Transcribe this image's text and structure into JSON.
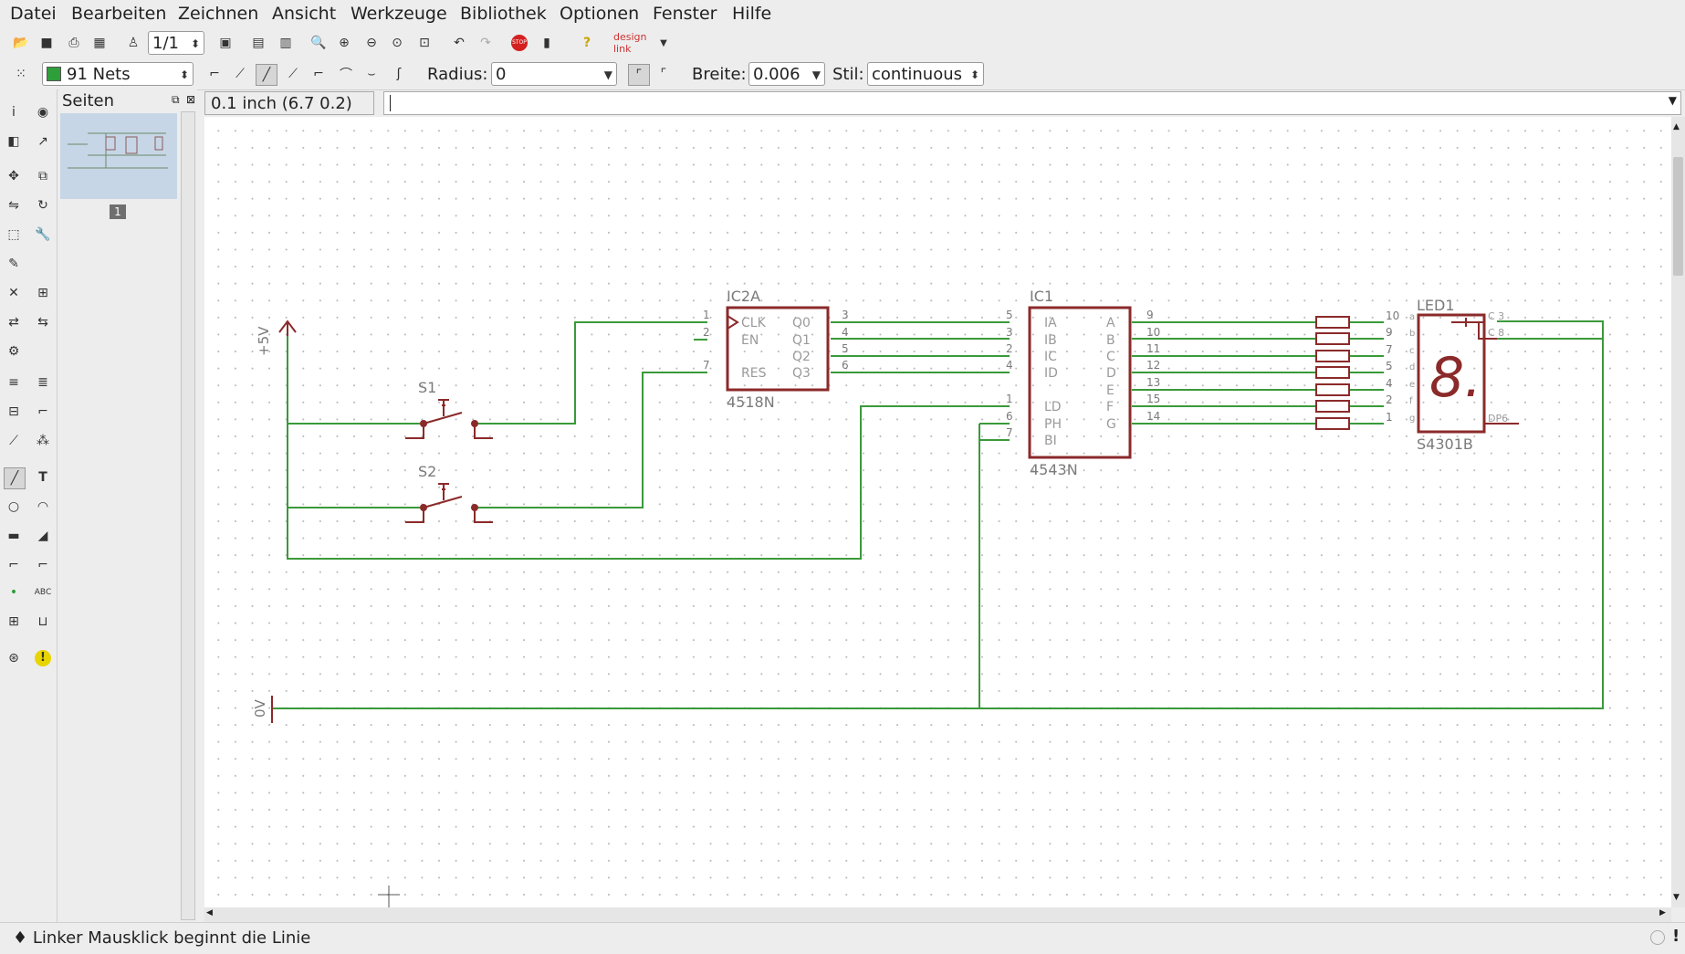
{
  "menu": [
    "Datei",
    "Bearbeiten",
    "Zeichnen",
    "Ansicht",
    "Werkzeuge",
    "Bibliothek",
    "Optionen",
    "Fenster",
    "Hilfe"
  ],
  "toolbar": {
    "page_select": "1/1",
    "net_class": "91 Nets",
    "net_color": "#2e9e3a",
    "radius_label": "Radius:",
    "radius_value": "0",
    "width_label": "Breite:",
    "width_value": "0.006",
    "style_label": "Stil:",
    "style_value": "continuous",
    "designlink_label": "design link"
  },
  "sidebar": {
    "title": "Seiten",
    "page_number": "1"
  },
  "coordinates": "0.1 inch (6.7 0.2)",
  "command_value": "",
  "status_text": "♦ Linker Mausklick beginnt die Linie",
  "schematic": {
    "power_plus": "+5V",
    "power_zero": "0V",
    "s1": "S1",
    "s2": "S2",
    "ic2a": {
      "name": "IC2A",
      "value": "4518N",
      "pins_left": [
        "CLK",
        "EN",
        "RES"
      ],
      "pins_right": [
        "Q0",
        "Q1",
        "Q2",
        "Q3"
      ],
      "pin_nums_left": [
        "1",
        "2",
        "7"
      ],
      "pin_nums_right": [
        "3",
        "4",
        "5",
        "6"
      ]
    },
    "ic1": {
      "name": "IC1",
      "value": "4543N",
      "pins_left": [
        "IA",
        "IB",
        "IC",
        "ID",
        "LD",
        "PH",
        "BI"
      ],
      "pins_right": [
        "A",
        "B",
        "C",
        "D",
        "E",
        "F",
        "G"
      ],
      "pin_nums_left": [
        "5",
        "3",
        "2",
        "4",
        "1",
        "6",
        "7"
      ],
      "pin_nums_right": [
        "9",
        "10",
        "11",
        "12",
        "13",
        "15",
        "14"
      ]
    },
    "led": {
      "name": "LED1",
      "value": "S4301B",
      "digit": "8.",
      "pin_nums": [
        "10",
        "9",
        "7",
        "5",
        "4",
        "2",
        "1"
      ],
      "seg": [
        "a",
        "b",
        "c",
        "d",
        "e",
        "f",
        "g"
      ],
      "right_pins": [
        "C 3",
        "C 8",
        "DP6"
      ]
    }
  },
  "colors": {
    "wire": "#3a9a3a",
    "part": "#8b2a2a",
    "label": "#7a7a7a"
  }
}
